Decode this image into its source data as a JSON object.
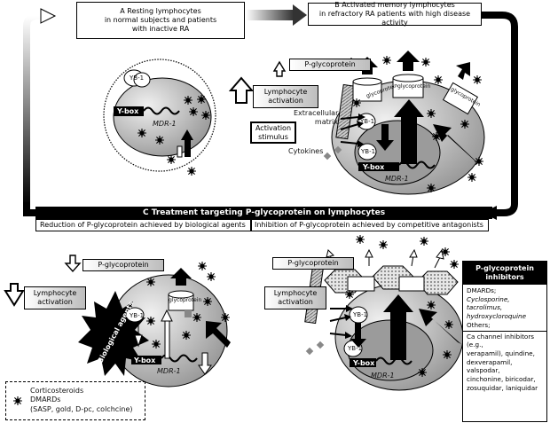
{
  "panel_a": {
    "title_line1": "A Resting lymphocytes",
    "title_line2": "in normal subjects and patients",
    "title_line3": "with inactive RA"
  },
  "panel_b": {
    "title_line1": "B Activated memory lymphocytes",
    "title_line2": "in refractory RA patients with high disease activity"
  },
  "panel_c": {
    "title": "C Treatment targeting P-glycoprotein on lymphocytes",
    "left_caption": "Reduction of P-glycoprotein achieved by biological agents",
    "right_caption": "Inhibition of P-glycoprotein achieved by competitive antagonists"
  },
  "labels": {
    "yb1": "YB-1",
    "ybox": "Y-box",
    "mdr1": "MDR-1",
    "pgp": "P-glycoprotein",
    "pgp_mem": "glycoprotein",
    "lymph_activation_1": "Lymphocyte",
    "lymph_activation_2": "activation",
    "ecm_1": "Extracellular",
    "ecm_2": "matrix",
    "act_stim_1": "Activation",
    "act_stim_2": "stimulus",
    "cytokines": "Cytokines",
    "biological_agents": "Biological agents"
  },
  "legend": {
    "line1": "Corticosteroids",
    "line2": "DMARDs",
    "line3": "(SASP, gold, D-pc, colchcine)"
  },
  "inhibitors": {
    "header_1": "P-glycoprotein",
    "header_2": "inhibitors",
    "dmards": "DMARDs;",
    "dmards_list_1": "Cyclosporine, tacrolimus,",
    "dmards_list_2": "hydroxycloroquine",
    "others": "Others;",
    "ca_1": "Ca channel inhibitors (e.g.,",
    "ca_2": "verapamil), quindine,",
    "ca_3": "dexverapamil, valspodar,",
    "ca_4": "cinchonine, biricodar,",
    "ca_5": "zosuquidar, laniquidar"
  }
}
